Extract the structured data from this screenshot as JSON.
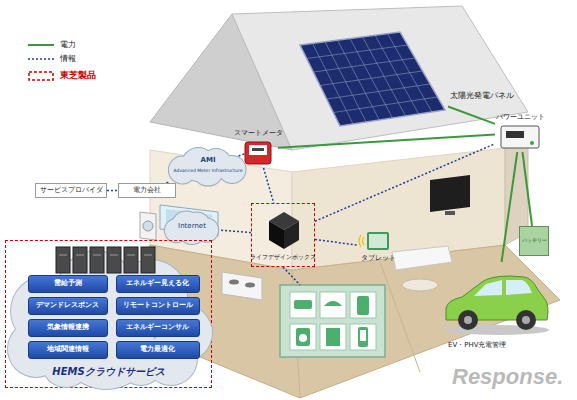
{
  "diagram": {
    "nodes": [
      {
        "text": [
          "太陽光発電パネル"
        ]
      },
      {
        "text": [
          "スマートメータ"
        ]
      },
      {
        "text": [
          "パワーユニット"
        ]
      },
      {
        "text": [
          "AMI",
          "Advanced Meter Infrastructure"
        ]
      },
      {
        "text": [
          "サービスプロバイダ"
        ]
      },
      {
        "text": [
          "電力会社"
        ]
      },
      {
        "text": [
          "Internet"
        ]
      },
      {
        "text": [
          "ライフデザインボックス"
        ]
      },
      {
        "text": [
          "タブレット"
        ]
      },
      {
        "text": [
          "バッテリー"
        ]
      },
      {
        "text": [
          "HEMSクラウドサービス"
        ]
      },
      {
        "text": [
          "需給予測"
        ],
        "in": 10
      },
      {
        "text": [
          "エネルギー見える化"
        ],
        "in": 10
      },
      {
        "text": [
          "デマンドレスポンス"
        ],
        "in": 10
      },
      {
        "text": [
          "リモートコントロール"
        ],
        "in": 10
      },
      {
        "text": [
          "気象情報連携"
        ],
        "in": 10
      },
      {
        "text": [
          "エネルギーコンサル"
        ],
        "in": 10
      },
      {
        "text": [
          "地域関連情報"
        ],
        "in": 10
      },
      {
        "text": [
          "電力最適化"
        ],
        "in": 10
      },
      {
        "text": [
          "EV・PHV充電管理"
        ]
      }
    ],
    "edges": [
      {
        "from": 0,
        "to": 2,
        "arrow": "none"
      },
      {
        "from": 1,
        "to": 2,
        "arrow": "none"
      },
      {
        "from": 2,
        "to": 9,
        "arrow": "none"
      },
      {
        "from": 2,
        "to": 19,
        "arrow": "none"
      },
      {
        "from": 4,
        "to": 5,
        "arrow": "none"
      },
      {
        "from": 5,
        "to": 3,
        "arrow": "none"
      },
      {
        "from": 3,
        "to": 1,
        "arrow": "none"
      },
      {
        "from": 1,
        "to": 7,
        "arrow": "none"
      },
      {
        "from": 7,
        "to": 6,
        "arrow": "none"
      },
      {
        "from": 6,
        "to": 10,
        "arrow": "none"
      },
      {
        "from": 7,
        "to": 8,
        "arrow": "none"
      },
      {
        "from": 7,
        "to": 2,
        "arrow": "none"
      }
    ],
    "labels": [
      "Response."
    ],
    "legend": [
      {
        "text": "電力"
      },
      {
        "text": "情報"
      },
      {
        "text": "東芝製品"
      }
    ]
  }
}
